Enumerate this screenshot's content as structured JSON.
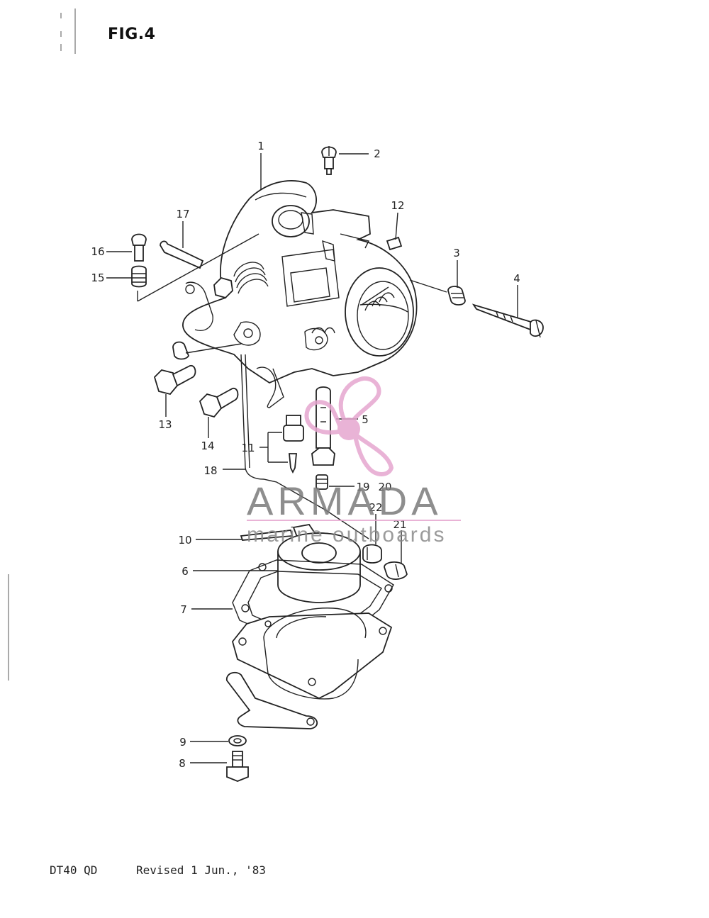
{
  "header": {
    "title": "FIG.4"
  },
  "footer": {
    "model": "DT40 QD",
    "revision": "Revised 1 Jun., '83"
  },
  "watermark": {
    "brand": "ARMADA",
    "tagline": "marine outboards",
    "brand_color": "#e6a6cf",
    "text_color": "#7b7b7b"
  },
  "callouts": [
    {
      "id": "c1",
      "label": "1"
    },
    {
      "id": "c2",
      "label": "2"
    },
    {
      "id": "c3",
      "label": "3"
    },
    {
      "id": "c4",
      "label": "4"
    },
    {
      "id": "c5",
      "label": "5"
    },
    {
      "id": "c6",
      "label": "6"
    },
    {
      "id": "c7",
      "label": "7"
    },
    {
      "id": "c8",
      "label": "8"
    },
    {
      "id": "c9",
      "label": "9"
    },
    {
      "id": "c10",
      "label": "10"
    },
    {
      "id": "c11",
      "label": "11"
    },
    {
      "id": "c12",
      "label": "12"
    },
    {
      "id": "c13",
      "label": "13"
    },
    {
      "id": "c14",
      "label": "14"
    },
    {
      "id": "c15",
      "label": "15"
    },
    {
      "id": "c16",
      "label": "16"
    },
    {
      "id": "c17",
      "label": "17"
    },
    {
      "id": "c18",
      "label": "18"
    },
    {
      "id": "c19",
      "label": "19"
    },
    {
      "id": "c20",
      "label": "20"
    },
    {
      "id": "c21",
      "label": "21"
    },
    {
      "id": "c22",
      "label": "22"
    }
  ]
}
